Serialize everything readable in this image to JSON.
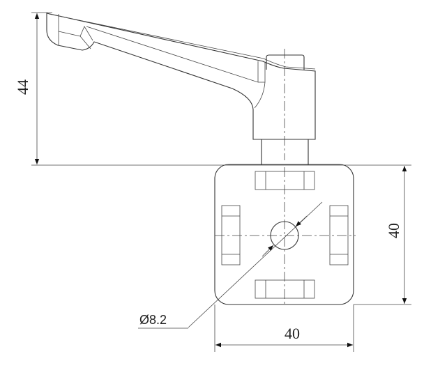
{
  "drawing": {
    "dimensions": {
      "lever_height": "44",
      "block_height": "40",
      "block_width": "40",
      "hole_diameter": "Ø8.2"
    }
  }
}
